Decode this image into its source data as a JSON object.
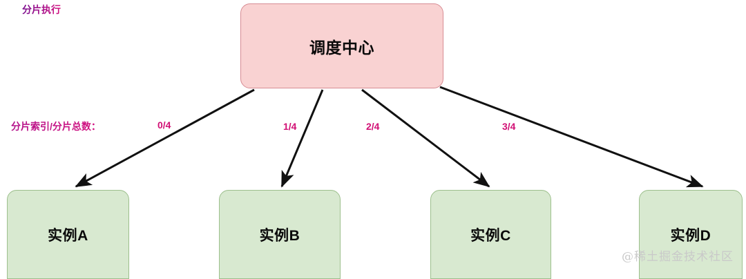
{
  "diagram": {
    "title_label": "分片执行",
    "legend_label": "分片索引/分片总数：",
    "root": {
      "label": "调度中心",
      "fill": "#f9d2d2",
      "stroke": "#d78b93"
    },
    "instances": [
      {
        "label": "实例A",
        "shard": "0/4"
      },
      {
        "label": "实例B",
        "shard": "1/4"
      },
      {
        "label": "实例C",
        "shard": "2/4"
      },
      {
        "label": "实例D",
        "shard": "3/4"
      }
    ],
    "instance_style": {
      "fill": "#d8e9d0",
      "stroke": "#9cbf8c"
    },
    "edge_color": "#111111",
    "accent_color": "#d10f74",
    "title_gradient_start": "#7b0f8f",
    "title_gradient_end": "#d4117f",
    "watermark": "@稀土掘金技术社区"
  }
}
